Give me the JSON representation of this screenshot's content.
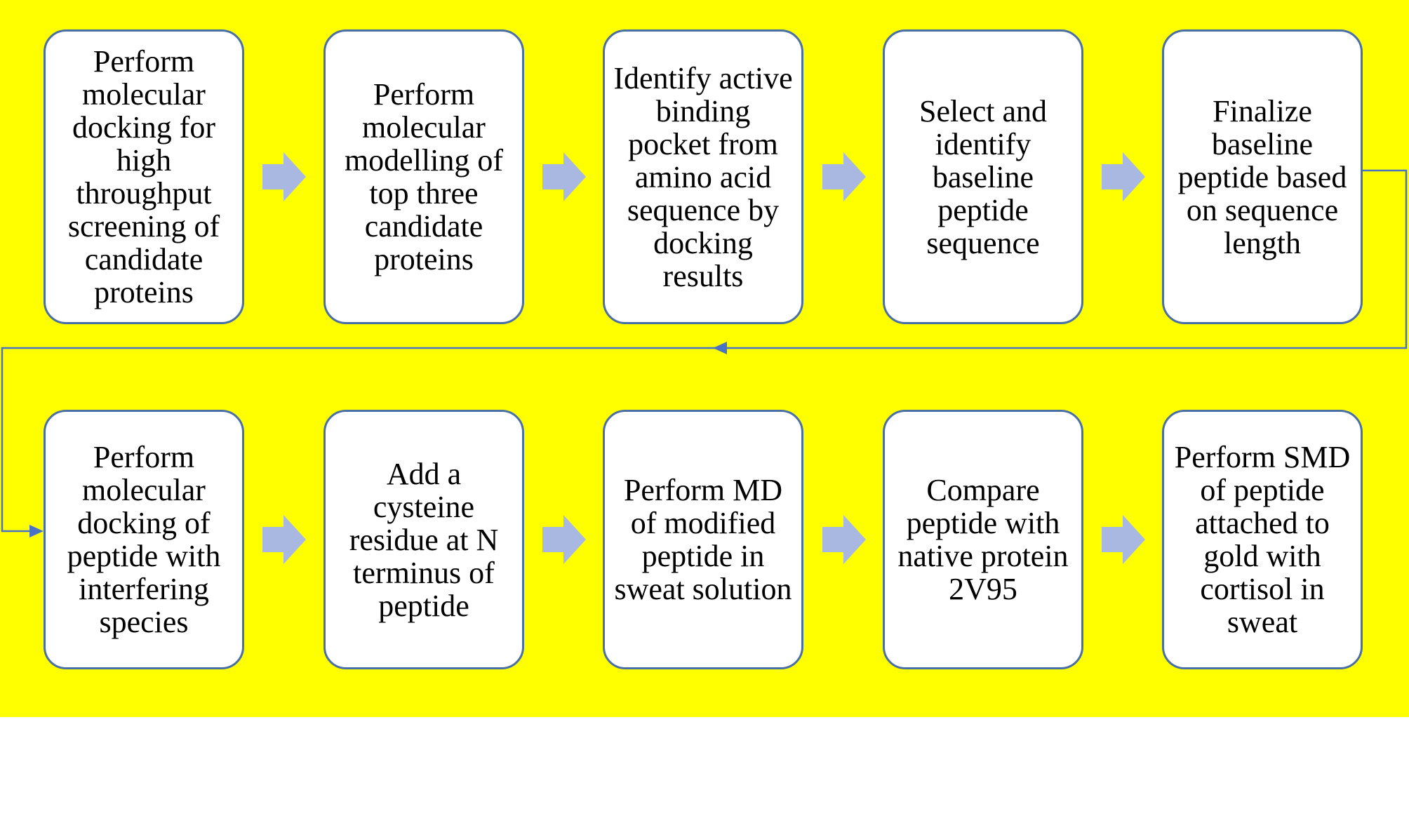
{
  "colors": {
    "background": "#ffff00",
    "box_fill": "#ffffff",
    "box_border": "#4a6fa5",
    "arrow_fill": "#a9b8e0",
    "connector": "#4a72c4"
  },
  "steps_row1": [
    "Perform molecular docking for high throughput screening of candidate proteins",
    "Perform molecular modelling of top three candidate proteins",
    "Identify active binding pocket from amino acid sequence by docking results",
    "Select and identify baseline peptide sequence",
    "Finalize baseline peptide based on sequence length"
  ],
  "steps_row2": [
    "Perform molecular docking of peptide with interfering species",
    "Add a cysteine residue at N terminus of peptide",
    "Perform MD of modified peptide in sweat solution",
    "Compare peptide with native protein 2V95",
    "Perform SMD of peptide attached to gold with cortisol in sweat"
  ],
  "icons": {
    "step_arrow": "right-block-arrow-icon",
    "connector_arrowhead": "arrowhead-icon"
  }
}
